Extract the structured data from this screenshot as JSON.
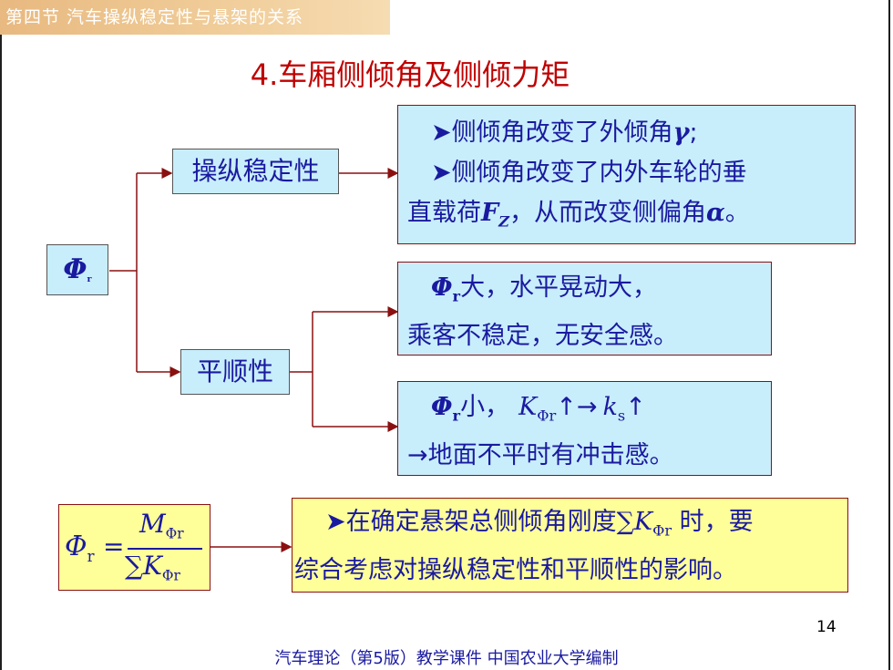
{
  "header": {
    "section": "第四节 汽车操纵稳定性与悬架的关系"
  },
  "title": "4.车厢侧倾角及侧倾力矩",
  "root": {
    "symbol": "Φ",
    "subscript": "r"
  },
  "branches": {
    "handling": "操纵稳定性",
    "ride": "平顺性"
  },
  "effects": {
    "handling": {
      "line1_text": "侧倾角改变了外倾角",
      "line1_symbol": "γ",
      "line1_end": ";",
      "line2_text": "侧倾角改变了内外车轮的垂",
      "line3_text": "直载荷",
      "line3_symbol": "F",
      "line3_symbol_sub": "Z",
      "line3_mid": "，从而改变侧偏角",
      "line3_symbol2": "α",
      "line3_end": "。",
      "bullet": "➤"
    },
    "ride_large": {
      "symbol": "Φ",
      "subscript": "r",
      "line1_text": "大，水平晃动大，",
      "line2_text": "乘客不稳定，无安全感。"
    },
    "ride_small": {
      "symbol": "Φ",
      "subscript": "r",
      "line1_text": "小，",
      "k_symbol": "K",
      "k_sub": "Φr",
      "arrows": "↑→",
      "ks_symbol": "k",
      "ks_sub": "s",
      "up_arrow": "↑",
      "line2_text": "→地面不平时有冲击感。"
    }
  },
  "formula": {
    "lhs_symbol": "Φ",
    "lhs_sub": "r",
    "equals": "=",
    "numerator_symbol": "M",
    "numerator_sub": "Φr",
    "denominator_sum": "∑",
    "denominator_symbol": "K",
    "denominator_sub": "Φr"
  },
  "conclusion": {
    "bullet": "➤",
    "line1_text": "在确定悬架总侧倾角刚度",
    "sum": "∑",
    "k_symbol": "K",
    "k_sub": "Φr",
    "line1_end": " 时，要",
    "line2_text": "综合考虑对操纵稳定性和平顺性的影响。"
  },
  "page_number": "14",
  "footer": "汽车理论（第5版）教学课件   中国农业大学编制",
  "colors": {
    "title": "#c00000",
    "text": "#1a1aa0",
    "box_blue": "#c8eefb",
    "box_yellow": "#ffff99",
    "connector": "#8a1010"
  }
}
